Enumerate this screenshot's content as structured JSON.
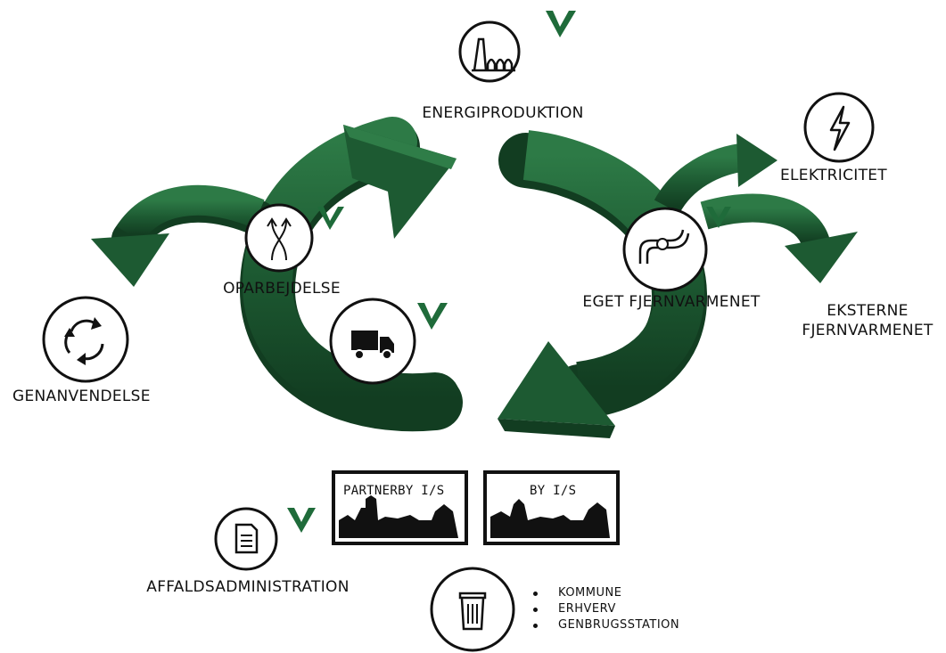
{
  "labels": {
    "energy": "ENERGIPRODUKTION",
    "electricity": "ELEKTRICITET",
    "processing": "OPARBEJDELSE",
    "recycling": "GENANVENDELSE",
    "own_network": "EGET FJERNVARMENET",
    "external_network_line1": "EKSTERNE",
    "external_network_line2": "FJERNVARMENET",
    "administration": "AFFALDSADMINISTRATION"
  },
  "boxes": {
    "partner": "PARTNERBY I/S",
    "city": "BY I/S"
  },
  "collection_sources": [
    "KOMMUNE",
    "ERHVERV",
    "GENBRUGSSTATION"
  ],
  "icons": {
    "energy": "power-plant-icon",
    "electricity": "lightning-bolt-icon",
    "processing": "crossing-arrows-icon",
    "recycling": "recycle-arrows-icon",
    "transport": "truck-icon",
    "own_network": "pipe-icon",
    "administration": "document-icon",
    "collection": "trash-can-icon"
  },
  "colors": {
    "arrow": "#1d5a32",
    "arrow_dark": "#123d21",
    "check": "#1f6b3a"
  }
}
